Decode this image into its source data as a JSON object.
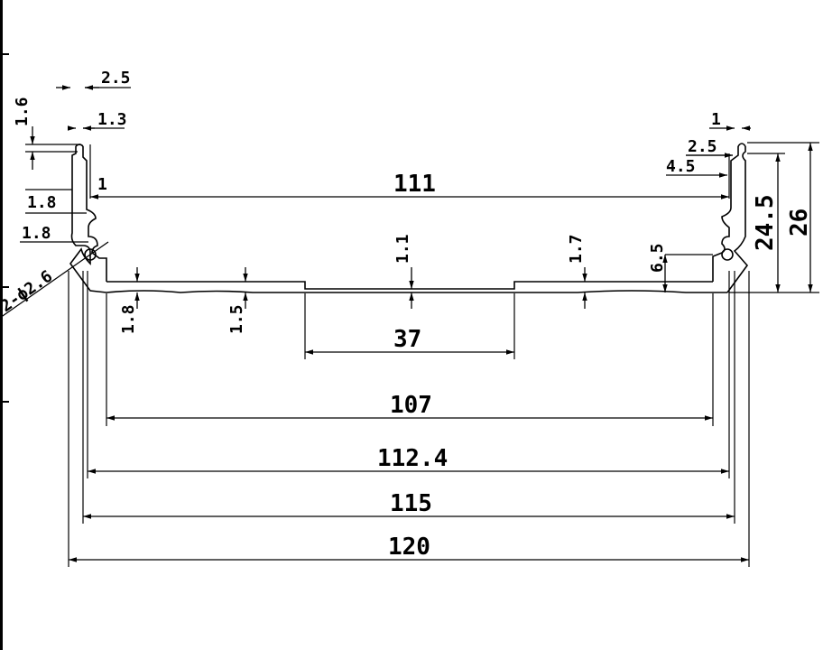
{
  "drawing": {
    "ink_color": "#000000",
    "background_color": "#ffffff",
    "dimensions": {
      "d111": "111",
      "d37": "37",
      "d107": "107",
      "d112_4": "112.4",
      "d115": "115",
      "d120": "120",
      "d26": "26",
      "d24_5": "24.5",
      "d2_5_left": "2.5",
      "d1_3": "1.3",
      "d1_6": "1.6",
      "d1_left": "1",
      "d1_8_a": "1.8",
      "d1_8_b": "1.8",
      "d1_8_c": "1.8",
      "d1_5": "1.5",
      "d1_1": "1.1",
      "d1_7": "1.7",
      "d6_5": "6.5",
      "d1_right": "1",
      "d2_5_right": "2.5",
      "d4_5": "4.5",
      "phi2_6": "2-ϕ2.6"
    }
  }
}
